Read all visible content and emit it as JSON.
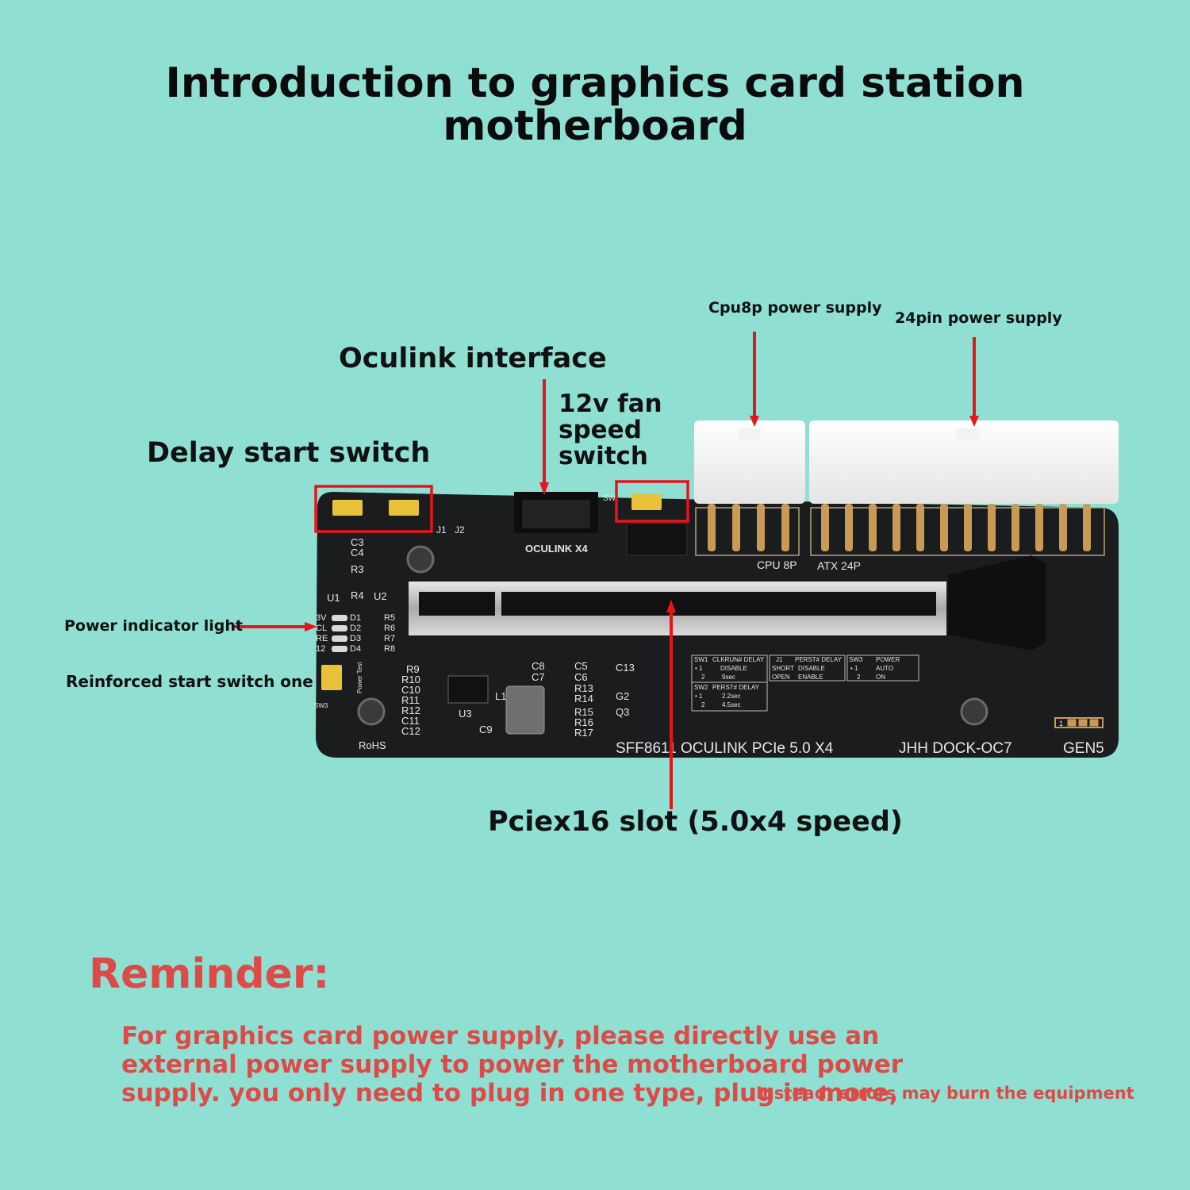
{
  "title": {
    "line1": "Introduction to graphics card station",
    "line2": "motherboard"
  },
  "labels": {
    "cpu8p": "Cpu8p power supply",
    "pin24": "24pin power supply",
    "oculink": "Oculink interface",
    "fan": [
      "12v fan",
      "speed",
      "switch"
    ],
    "delay": "Delay start switch",
    "power_light": "Power indicator light",
    "reinforced": "Reinforced start switch one",
    "pcie": "Pciex16 slot (5.0x4 speed)"
  },
  "board": {
    "oculink_x4": "OCULINK X4",
    "cpu_8p": "CPU 8P",
    "atx_24p": "ATX 24P",
    "footer_left": "SFF8611 OCULINK  PCIe 5.0  X4",
    "footer_mid": "JHH DOCK-OC7",
    "footer_right": "GEN5",
    "rohs": "RoHS",
    "j1": "J1",
    "j2": "J2",
    "u1": "U1",
    "u2": "U2",
    "u3": "U3",
    "r3": "R3",
    "r4": "R4",
    "c3": "C3",
    "c4": "C4",
    "components_left": [
      "R9",
      "R10",
      "C10",
      "R11",
      "R12",
      "C11",
      "C12"
    ],
    "components_mid": [
      "C8",
      "C7",
      "C5",
      "C6",
      "C13",
      "R13",
      "R14",
      "R15",
      "R16",
      "R17",
      "G2",
      "Q3",
      "C9",
      "L1"
    ],
    "led_labels": [
      "3V",
      "CL",
      "RE",
      "12"
    ],
    "led_ids": [
      "D1",
      "D2",
      "D3",
      "D4"
    ],
    "led_res": [
      "R5",
      "R6",
      "R7",
      "R8"
    ],
    "sw_label": "SW",
    "sw3": "SW3",
    "power_test": "Power Test",
    "table": {
      "sw1": [
        "SW1",
        "CLKRUN# DELAY",
        "• 1",
        "DISABLE",
        "2",
        "9sec"
      ],
      "sw2": [
        "SW2",
        "PERST# DELAY",
        "• 1",
        "2.2sec",
        "2",
        "4.5sec"
      ],
      "j1": [
        "J1",
        "PERST# DELAY",
        "SHORT",
        "DISABLE",
        "OPEN",
        "ENABLE"
      ],
      "sw3": [
        "SW3",
        "POWER",
        "• 1",
        "AUTO",
        "2",
        "ON"
      ]
    },
    "connector_1": "1"
  },
  "reminder": {
    "title": "Reminder:",
    "line1": "For graphics card power supply, please directly use an",
    "line2": "external power supply to power the motherboard power",
    "line3": "supply. you only need to plug in one type, plug in more,",
    "tail": "Instead, errors may burn the equipment"
  },
  "colors": {
    "background": "#8fdfd2",
    "arrow": "#e8141c",
    "reminder": "#dd4a48",
    "pcb": "#1b1c1e"
  }
}
